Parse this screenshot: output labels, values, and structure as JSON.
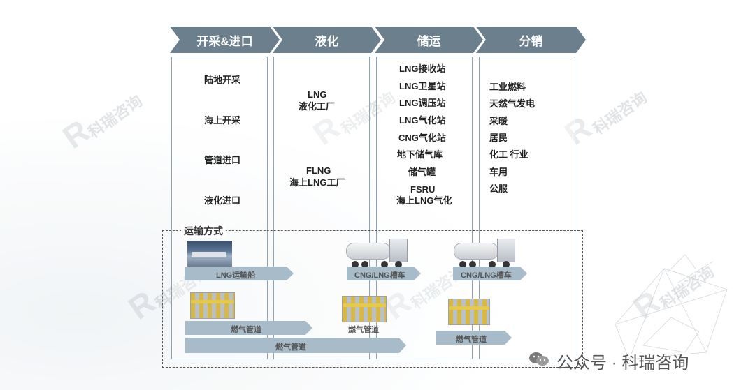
{
  "stages": [
    "开采&进口",
    "液化",
    "储运",
    "分销"
  ],
  "col1_items": [
    "陆地开采",
    "海上开采",
    "管道进口",
    "液化进口"
  ],
  "col2_items": [
    {
      "line1": "LNG",
      "line2": "液化工厂"
    },
    {
      "line1": "FLNG",
      "line2": "海上LNG工厂"
    }
  ],
  "col3_items": [
    "LNG接收站",
    "LNG卫星站",
    "LNG调压站",
    "LNG气化站",
    "CNG气化站",
    "地下储气库",
    "储气罐",
    "FSRU",
    "海上LNG气化"
  ],
  "col4_items": [
    "工业燃料",
    "天然气发电",
    "采暖",
    "居民",
    "化工 行业",
    "车用",
    "公服"
  ],
  "transport": {
    "title": "运输方式",
    "ship_label": "LNG运输船",
    "truck_label_1": "CNG/LNG槽车",
    "truck_label_2": "CNG/LNG槽车",
    "pipe_label_1": "燃气管道",
    "pipe_label_2": "燃气管道",
    "pipe_label_3": "燃气管道",
    "pipe_label_4": "燃气管道"
  },
  "watermark": "科瑞咨询",
  "watermark_logo": "R",
  "footer": "公众号 · 科瑞咨询",
  "colors": {
    "stage": "#6b7f8c",
    "box_border": "#8fa3b2",
    "flow_bar": "#a7bcc8"
  }
}
